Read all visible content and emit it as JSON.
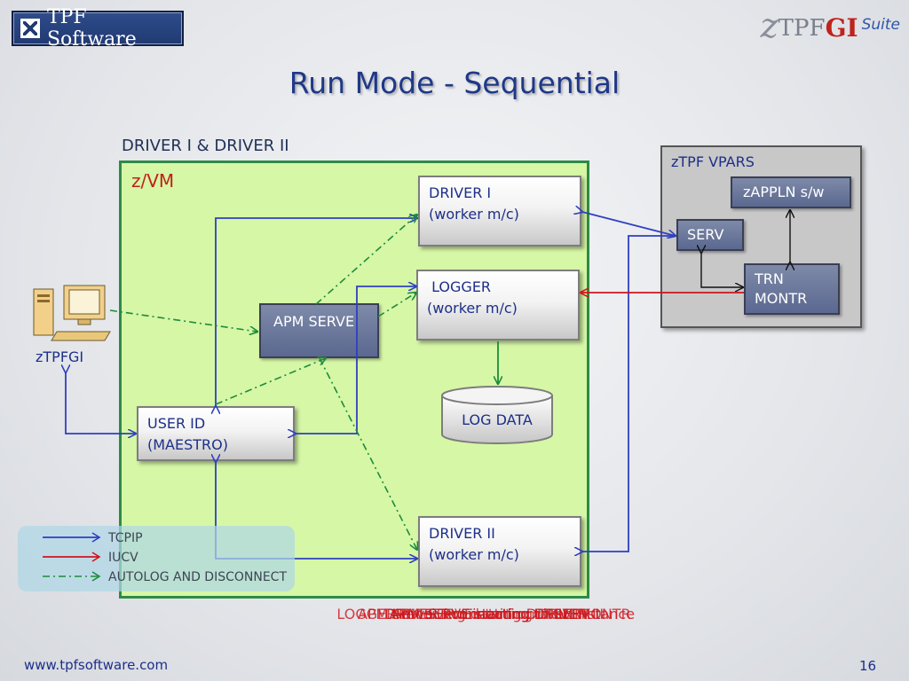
{
  "header": {
    "logo_text": "TPF Software",
    "brand": {
      "z": "z",
      "tpf": "TPF",
      "gi": "GI",
      "suite": "Suite"
    }
  },
  "title": "Run Mode - Sequential",
  "regions": {
    "zvm_caption": "DRIVER I & DRIVER II",
    "zvm_title": "z/VM",
    "vpars_title": "zTPF VPARS"
  },
  "nodes": {
    "driver1": [
      "DRIVER I",
      "(worker  m/c)"
    ],
    "logger": [
      " LOGGER",
      "(worker m/c)"
    ],
    "driver2": [
      "DRIVER II",
      "(worker m/c)"
    ],
    "userid": [
      "USER ID",
      "(MAESTRO)"
    ],
    "apm": "APM SERVE",
    "logdata": "LOG DATA",
    "zappln": "zAPPLN s/w",
    "serv": "SERV",
    "trn": [
      "TRN",
      "MONTR"
    ],
    "ztpfgi": "zTPFGI"
  },
  "legend": {
    "tcpip": "TCPIP",
    "iucv": "IUCV",
    "autolog": "AUTOLOG AND DISCONNECT"
  },
  "animation_texts": [
    "APM SERVE starting DRIVER I",
    "DRIVER I connecting to SERV",
    "APM SERVE starting DRIVER II",
    "LOGGER receiving data from TRN MONTR",
    "APM Serve Terminating Driver Instance"
  ],
  "colors": {
    "tcpip": "#2f3fc1",
    "iucv": "#d0141c",
    "autolog": "#1c8c3c",
    "zvm_fill": "#d6f7a6",
    "title": "#1f3888"
  },
  "footer": {
    "url": "www.tpfsoftware.com",
    "page": "16"
  }
}
